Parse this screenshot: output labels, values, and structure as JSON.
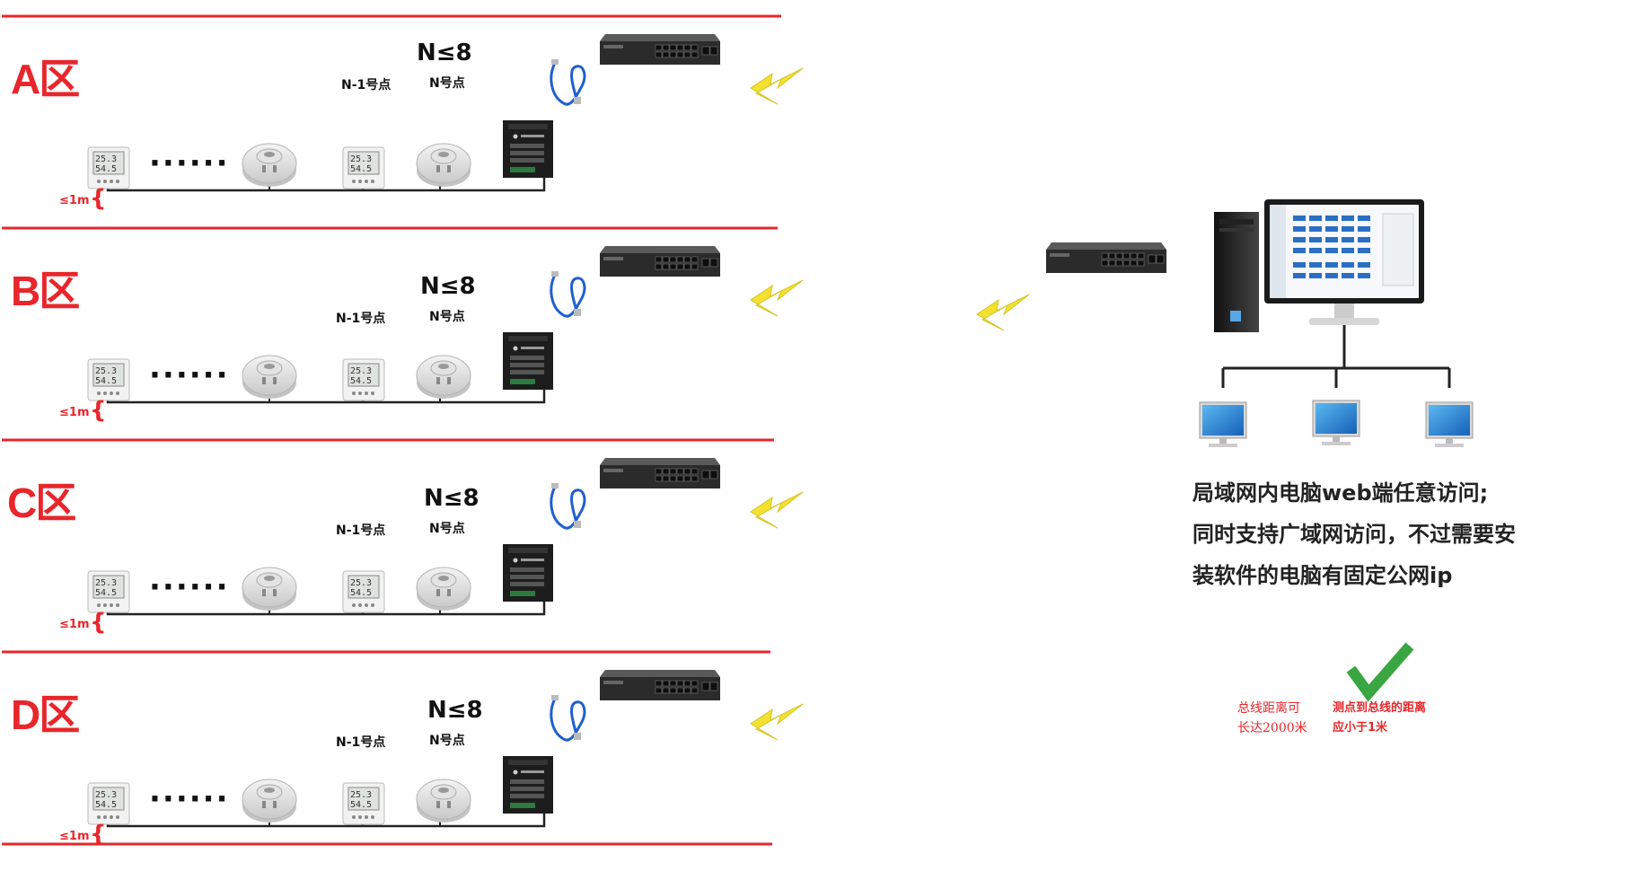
{
  "zones": [
    {
      "label": "A区",
      "nmax": "N≤8",
      "n_minus_1": "N-1号点",
      "n": "N号点",
      "distance": "≤1m",
      "dots": "······"
    },
    {
      "label": "B区",
      "nmax": "N≤8",
      "n_minus_1": "N-1号点",
      "n": "N号点",
      "distance": "≤1m",
      "dots": "······"
    },
    {
      "label": "C区",
      "nmax": "N≤8",
      "n_minus_1": "N-1号点",
      "n": "N号点",
      "distance": "≤1m",
      "dots": "······"
    },
    {
      "label": "D区",
      "nmax": "N≤8",
      "n_minus_1": "N-1号点",
      "n": "N号点",
      "distance": "≤1m",
      "dots": "······"
    }
  ],
  "access_text": {
    "line1": "局域网内电脑web端任意访问;",
    "line2": "同时支持广域网访问，不过需要安",
    "line3": "装软件的电脑有固定公网ip"
  },
  "notes": {
    "bus_line1": "总线距离可",
    "bus_line2": "长达2000米",
    "point_line1": "测点到总线的距离",
    "point_line2": "应小于1米"
  },
  "colors": {
    "accent_red": "#e8262b",
    "bolt_yellow": "#f2e130",
    "check_green": "#3aa641",
    "monitor_blue": "#1e7fd0"
  }
}
